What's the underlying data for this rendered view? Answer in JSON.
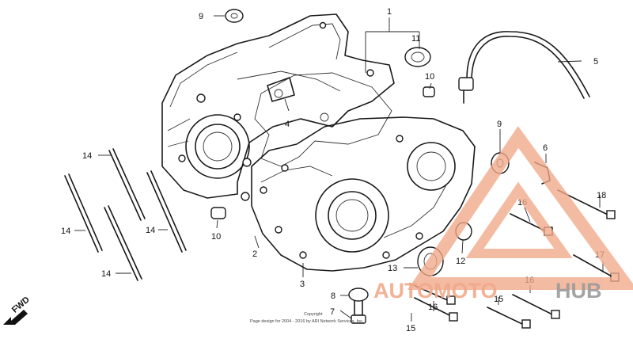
{
  "diagram": {
    "callouts": [
      {
        "id": "1",
        "text": "1"
      },
      {
        "id": "2",
        "text": "2"
      },
      {
        "id": "3",
        "text": "3"
      },
      {
        "id": "4",
        "text": "4"
      },
      {
        "id": "5",
        "text": "5"
      },
      {
        "id": "6",
        "text": "6"
      },
      {
        "id": "7",
        "text": "7"
      },
      {
        "id": "8",
        "text": "8"
      },
      {
        "id": "9a",
        "text": "9"
      },
      {
        "id": "9b",
        "text": "9"
      },
      {
        "id": "10a",
        "text": "10"
      },
      {
        "id": "10b",
        "text": "10"
      },
      {
        "id": "11",
        "text": "11"
      },
      {
        "id": "12",
        "text": "12"
      },
      {
        "id": "13",
        "text": "13"
      },
      {
        "id": "14a",
        "text": "14"
      },
      {
        "id": "14b",
        "text": "14"
      },
      {
        "id": "14c",
        "text": "14"
      },
      {
        "id": "14d",
        "text": "14"
      },
      {
        "id": "15a",
        "text": "15"
      },
      {
        "id": "15b",
        "text": "15"
      },
      {
        "id": "16a",
        "text": "16"
      },
      {
        "id": "16b",
        "text": "16"
      },
      {
        "id": "16c",
        "text": "16"
      },
      {
        "id": "17",
        "text": "17"
      },
      {
        "id": "18",
        "text": "18"
      }
    ],
    "direction_label": "FWD",
    "copyright_line1": "Copyright",
    "copyright_line2": "Page design for 2004 - 2016 by ARI Network Services, Inc."
  },
  "watermark": {
    "word_part1": "AUTOMOTO",
    "word_part2": "HUB",
    "color_primary": "#f2a98a",
    "color_secondary": "#9a9a9a"
  }
}
